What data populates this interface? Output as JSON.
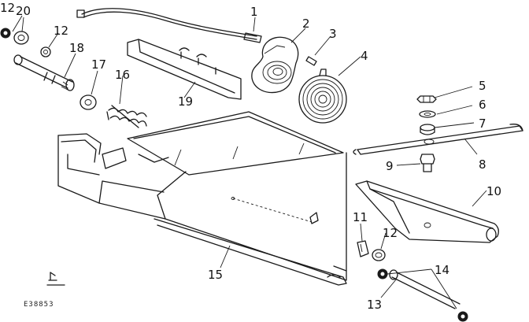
{
  "diagram": {
    "figure_id": "E38853",
    "callouts": {
      "c1": "1",
      "c2": "2",
      "c3": "3",
      "c4": "4",
      "c5": "5",
      "c6": "6",
      "c7": "7",
      "c8": "8",
      "c9": "9",
      "c10": "10",
      "c11": "11",
      "c12a": "12",
      "c12b": "12",
      "c12c": "12",
      "c13": "13",
      "c14": "14",
      "c15": "15",
      "c16": "16",
      "c17": "17",
      "c18": "18",
      "c19": "19",
      "c20": "20"
    }
  }
}
